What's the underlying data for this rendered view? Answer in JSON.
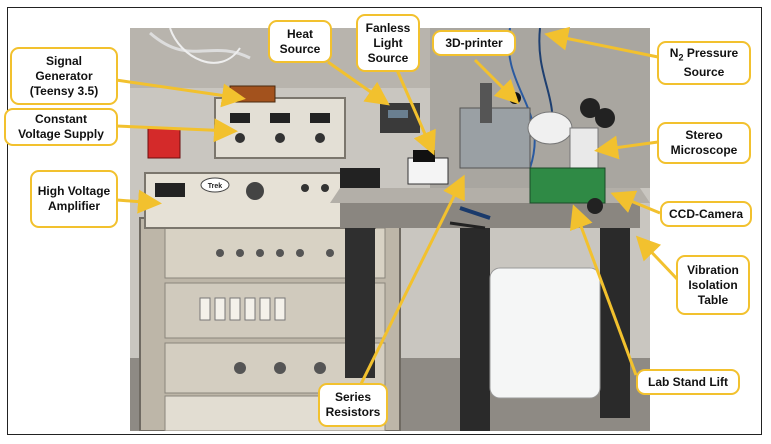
{
  "accent_color": "#f2c12e",
  "labels": {
    "signal_generator": "Signal\nGenerator\n(Teensy 3.5)",
    "constant_voltage": "Constant\nVoltage Supply",
    "high_voltage": "High Voltage\nAmplifier",
    "heat_source": "Heat\nSource",
    "fanless_light": "Fanless\nLight\nSource",
    "printer_3d": "3D-printer",
    "n2_prefix": "N",
    "n2_sub": "2",
    "n2_rest": " Pressure\nSource",
    "stereo_microscope": "Stereo\nMicroscope",
    "ccd_camera": "CCD-Camera",
    "vibration_table": "Vibration\nIsolation\nTable",
    "lab_stand": "Lab Stand Lift",
    "series_resistors": "Series\nResistors"
  },
  "photo_text": {
    "trek_logo": "Trek"
  }
}
